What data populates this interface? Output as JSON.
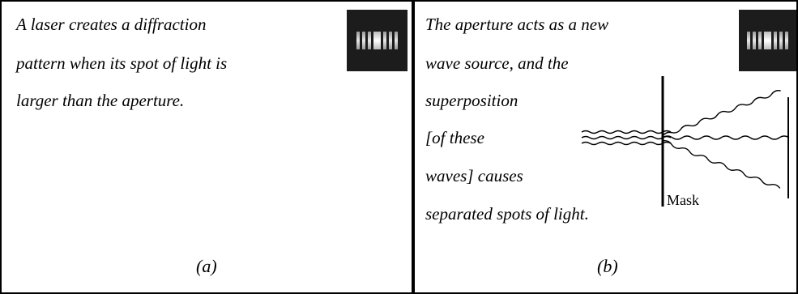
{
  "cell_a": {
    "lines": [
      "A laser creates a diffraction",
      "pattern when its spot of light is",
      "larger than the aperture."
    ],
    "caption": "(a)"
  },
  "cell_b": {
    "lines": [
      "The aperture acts as a new",
      "wave source, and the",
      "superposition",
      "[of these",
      "waves] causes",
      "separated spots of light."
    ],
    "caption": "(b)",
    "diagram": {
      "mask_label": "Mask"
    }
  }
}
